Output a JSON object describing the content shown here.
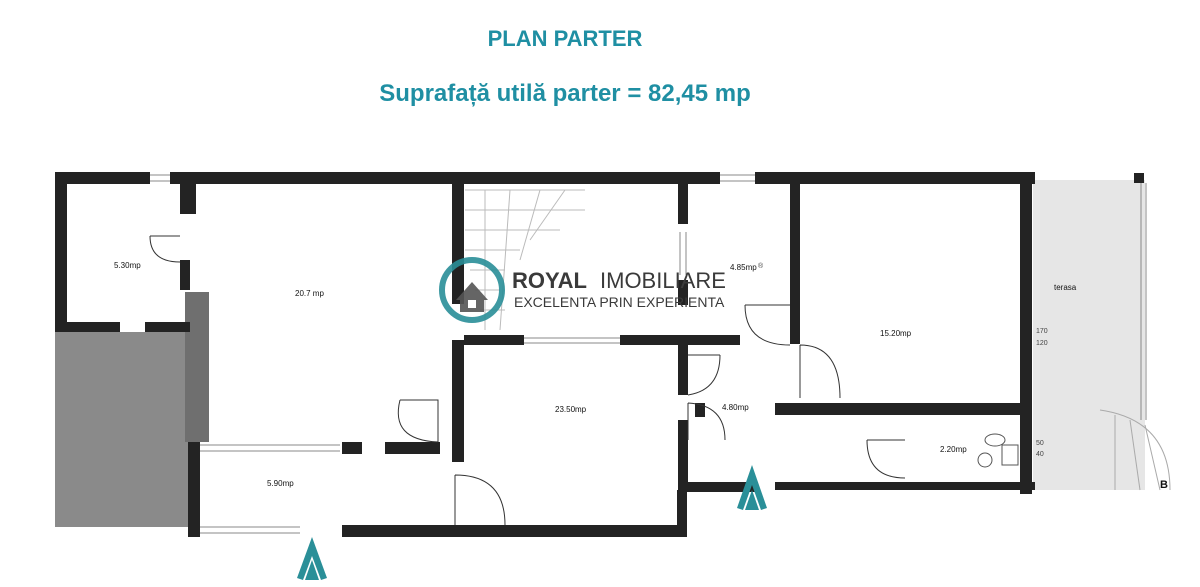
{
  "header": {
    "title": "PLAN PARTER",
    "subtitle": "Suprafață utilă parter = 82,45 mp"
  },
  "rooms": [
    {
      "id": "room-a",
      "label": "5.30mp"
    },
    {
      "id": "room-b",
      "label": "20.7 mp"
    },
    {
      "id": "room-c",
      "label": "4.85mp"
    },
    {
      "id": "room-d",
      "label": "15.20mp"
    },
    {
      "id": "room-e",
      "label": "23.50mp"
    },
    {
      "id": "room-f",
      "label": "4.80mp"
    },
    {
      "id": "room-g",
      "label": "2.20mp"
    },
    {
      "id": "room-h",
      "label": "5.90mp"
    },
    {
      "id": "terrace",
      "label": "terasa"
    }
  ],
  "watermark": {
    "brand_bold": "ROYAL",
    "brand_rest": "IMOBILIARE",
    "tagline": "EXCELENTA PRIN EXPERIENTA",
    "registered": "®"
  },
  "dimension_marks": {
    "d1": "170",
    "d2": "120",
    "d3": "50",
    "d4": "40"
  },
  "corner_mark": "B",
  "colors": {
    "title": "#1f8fa3",
    "wall": "#232323",
    "gray_fill": "#8a8a8a",
    "terrace_fill": "#e6e6e6",
    "logo_teal": "#2a8f98"
  }
}
